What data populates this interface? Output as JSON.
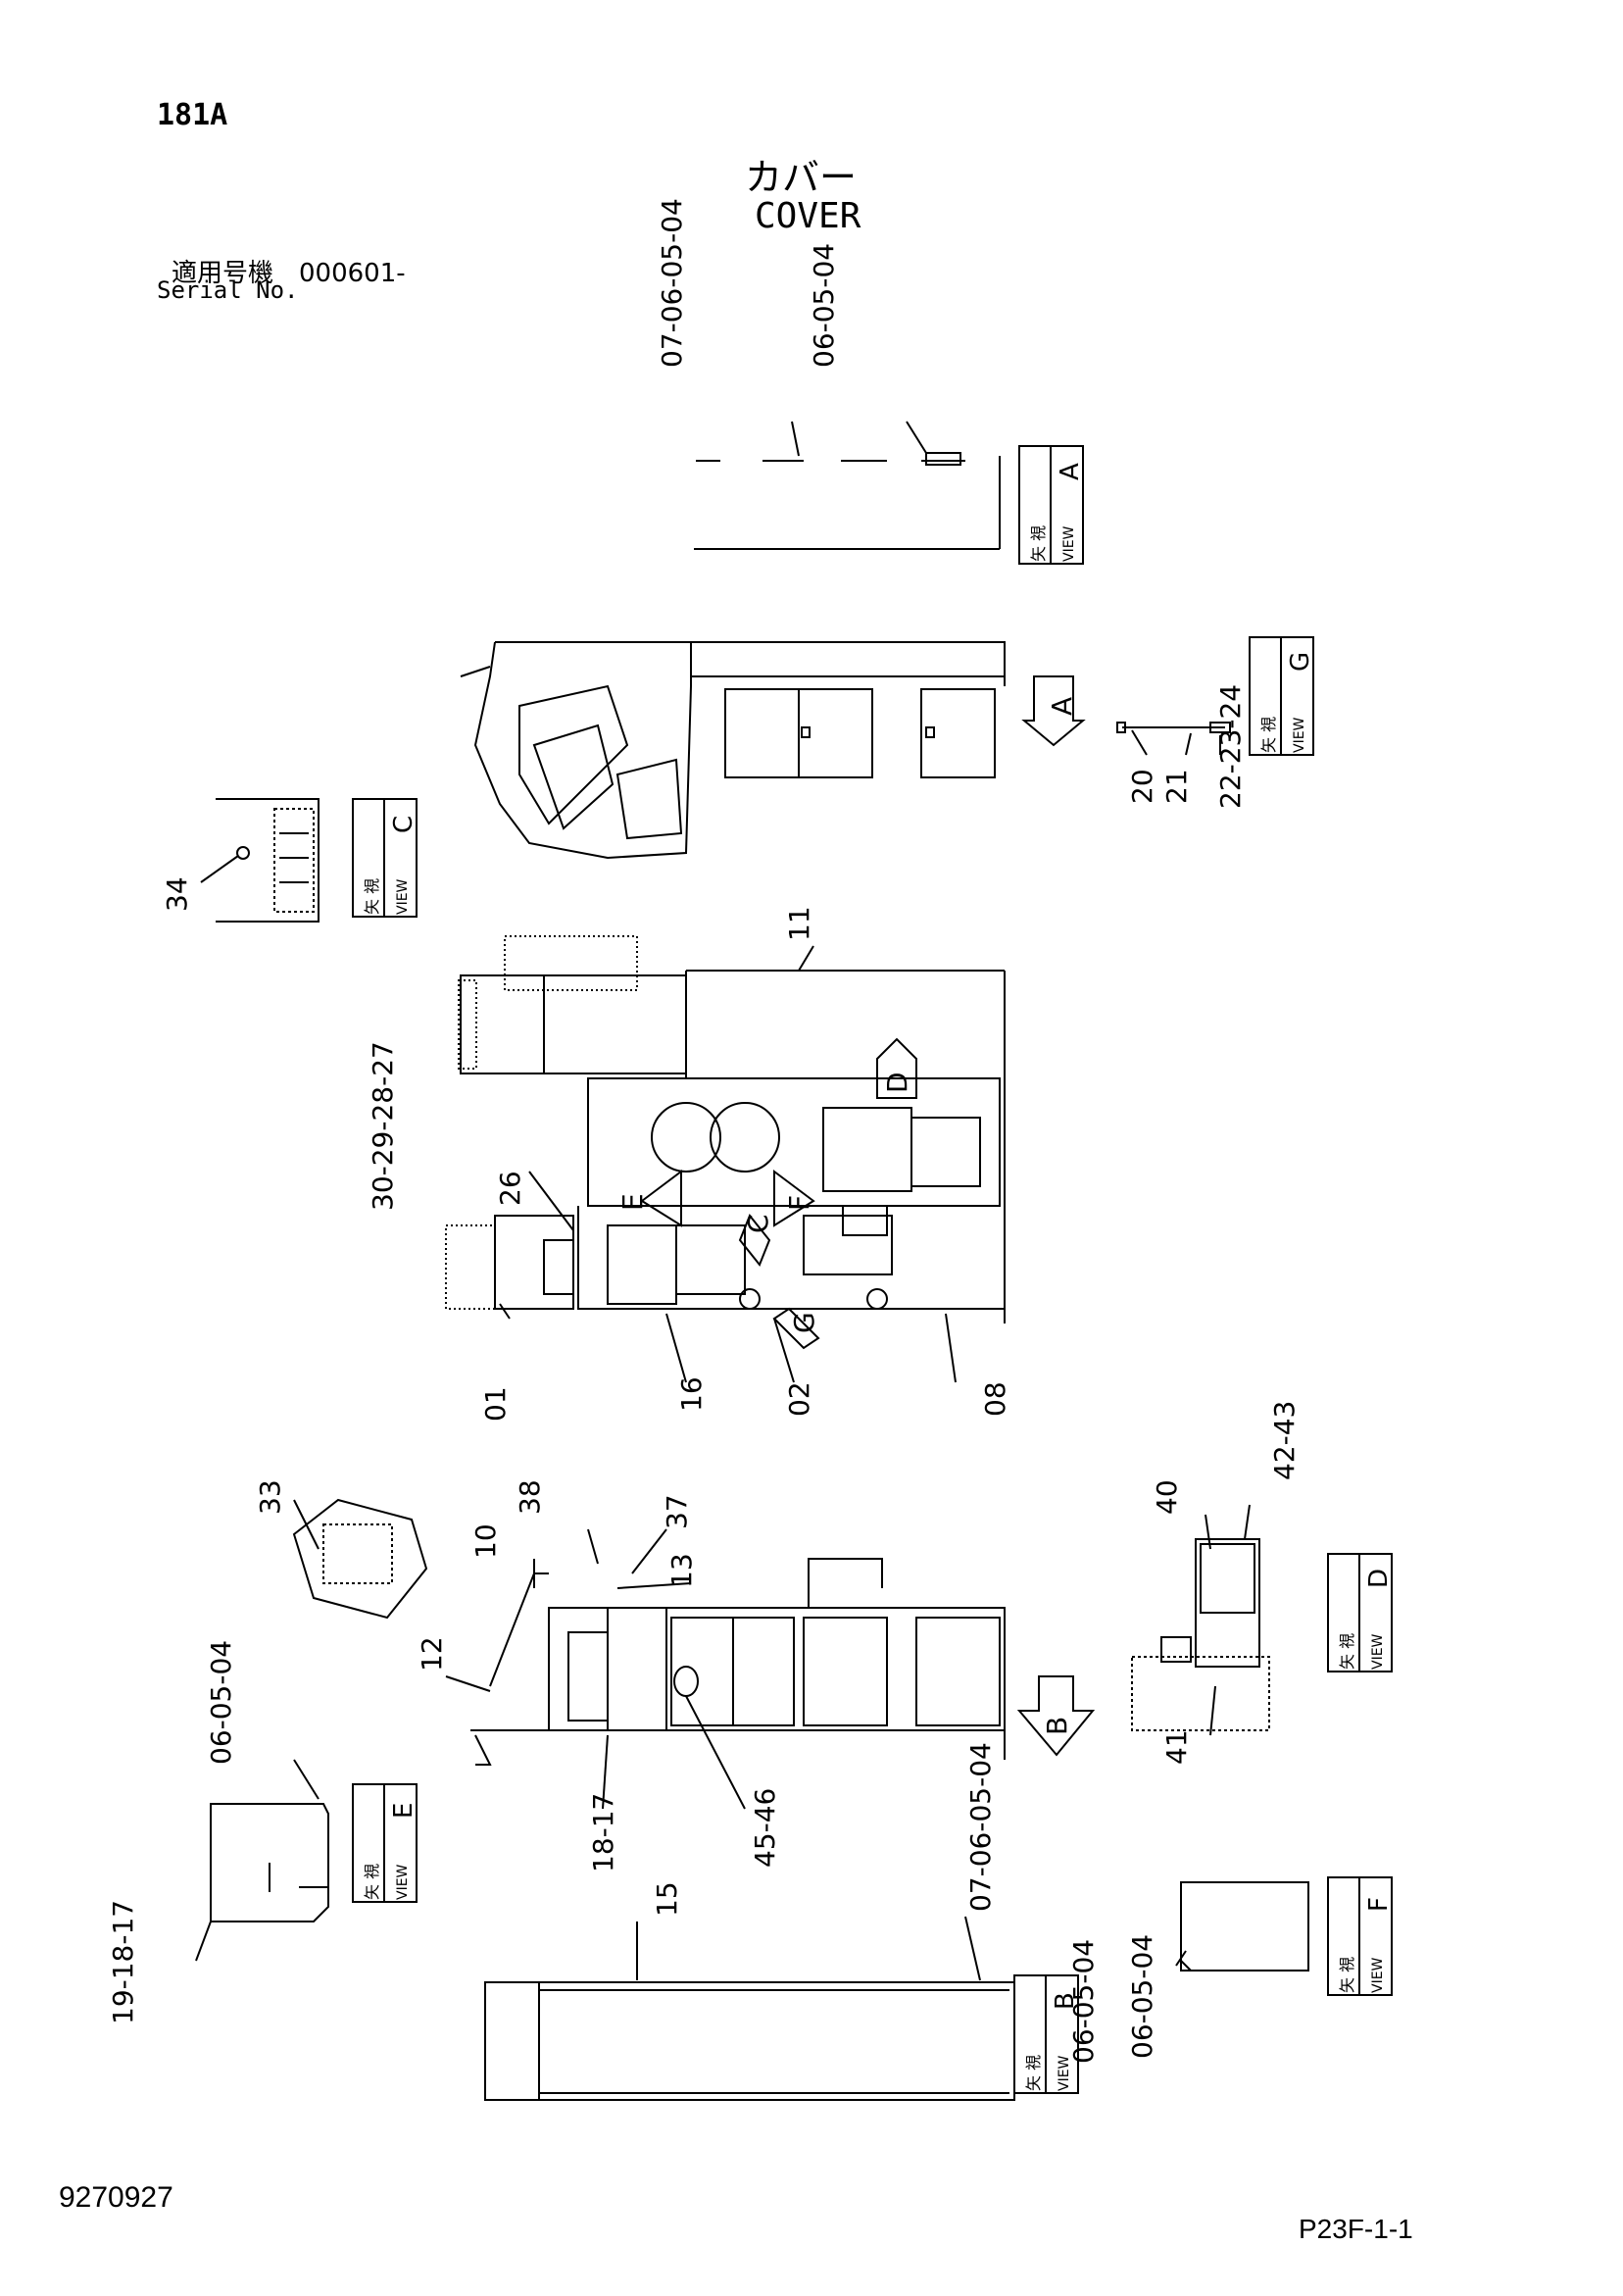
{
  "header": {
    "page_number": "181A",
    "title_jp": "カバー",
    "title_en": "COVER",
    "serial_label_jp": "適用号機　000601-",
    "serial_label_en": "Serial No."
  },
  "views": [
    {
      "letter": "A",
      "label_jp": "矢 視",
      "label_en": "VIEW"
    },
    {
      "letter": "G",
      "label_jp": "矢 視",
      "label_en": "VIEW"
    },
    {
      "letter": "C",
      "label_jp": "矢 視",
      "label_en": "VIEW"
    },
    {
      "letter": "D",
      "label_jp": "矢 視",
      "label_en": "VIEW"
    },
    {
      "letter": "E",
      "label_jp": "矢 視",
      "label_en": "VIEW"
    },
    {
      "letter": "F",
      "label_jp": "矢 視",
      "label_en": "VIEW"
    },
    {
      "letter": "B",
      "label_jp": "矢 視",
      "label_en": "VIEW"
    }
  ],
  "callouts": {
    "view_a_left": "07-06-05-04",
    "view_a_right": "06-05-04",
    "view_g": [
      "20",
      "21",
      "22-23-24"
    ],
    "view_c": "34",
    "main": [
      "11",
      "30-29-28-27",
      "26",
      "01",
      "16",
      "02",
      "08"
    ],
    "side": [
      "33",
      "10",
      "38",
      "37",
      "13",
      "12",
      "18-17",
      "45-46"
    ],
    "view_d": [
      "40",
      "42-43",
      "41"
    ],
    "view_e": [
      "06-05-04",
      "19-18-17"
    ],
    "view_b": [
      "15",
      "07-06-05-04"
    ],
    "view_f": "06-05-04"
  },
  "arrow_letters": [
    "A",
    "D",
    "E",
    "F",
    "C",
    "G",
    "B"
  ],
  "footer": {
    "doc_number": "9270927",
    "sheet_code": "P23F-1-1"
  }
}
